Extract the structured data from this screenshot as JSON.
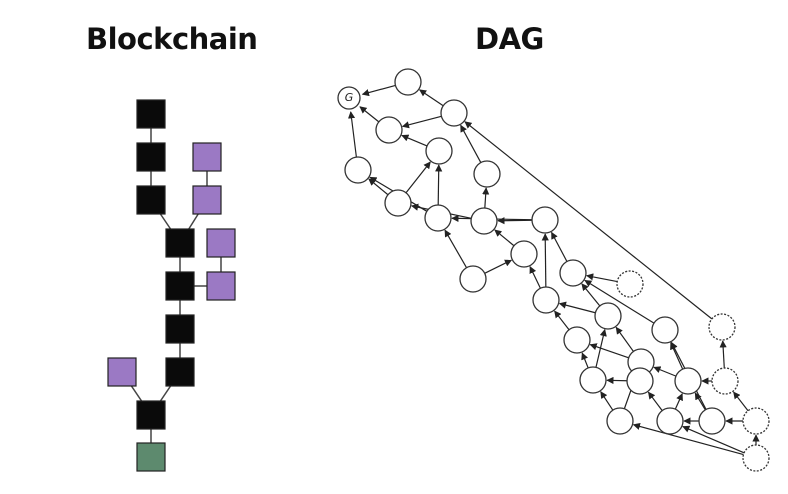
{
  "blockchain": {
    "title": "Blockchain",
    "colors": {
      "main": "#0a0a0a",
      "orphan": "#9b79c4",
      "latest": "#5d8a6e",
      "line": "#444444"
    }
  },
  "dag": {
    "title": "DAG",
    "genesis_label": "G",
    "colors": {
      "node_stroke": "#333333",
      "node_fill": "#ffffff",
      "edge": "#222222"
    }
  }
}
